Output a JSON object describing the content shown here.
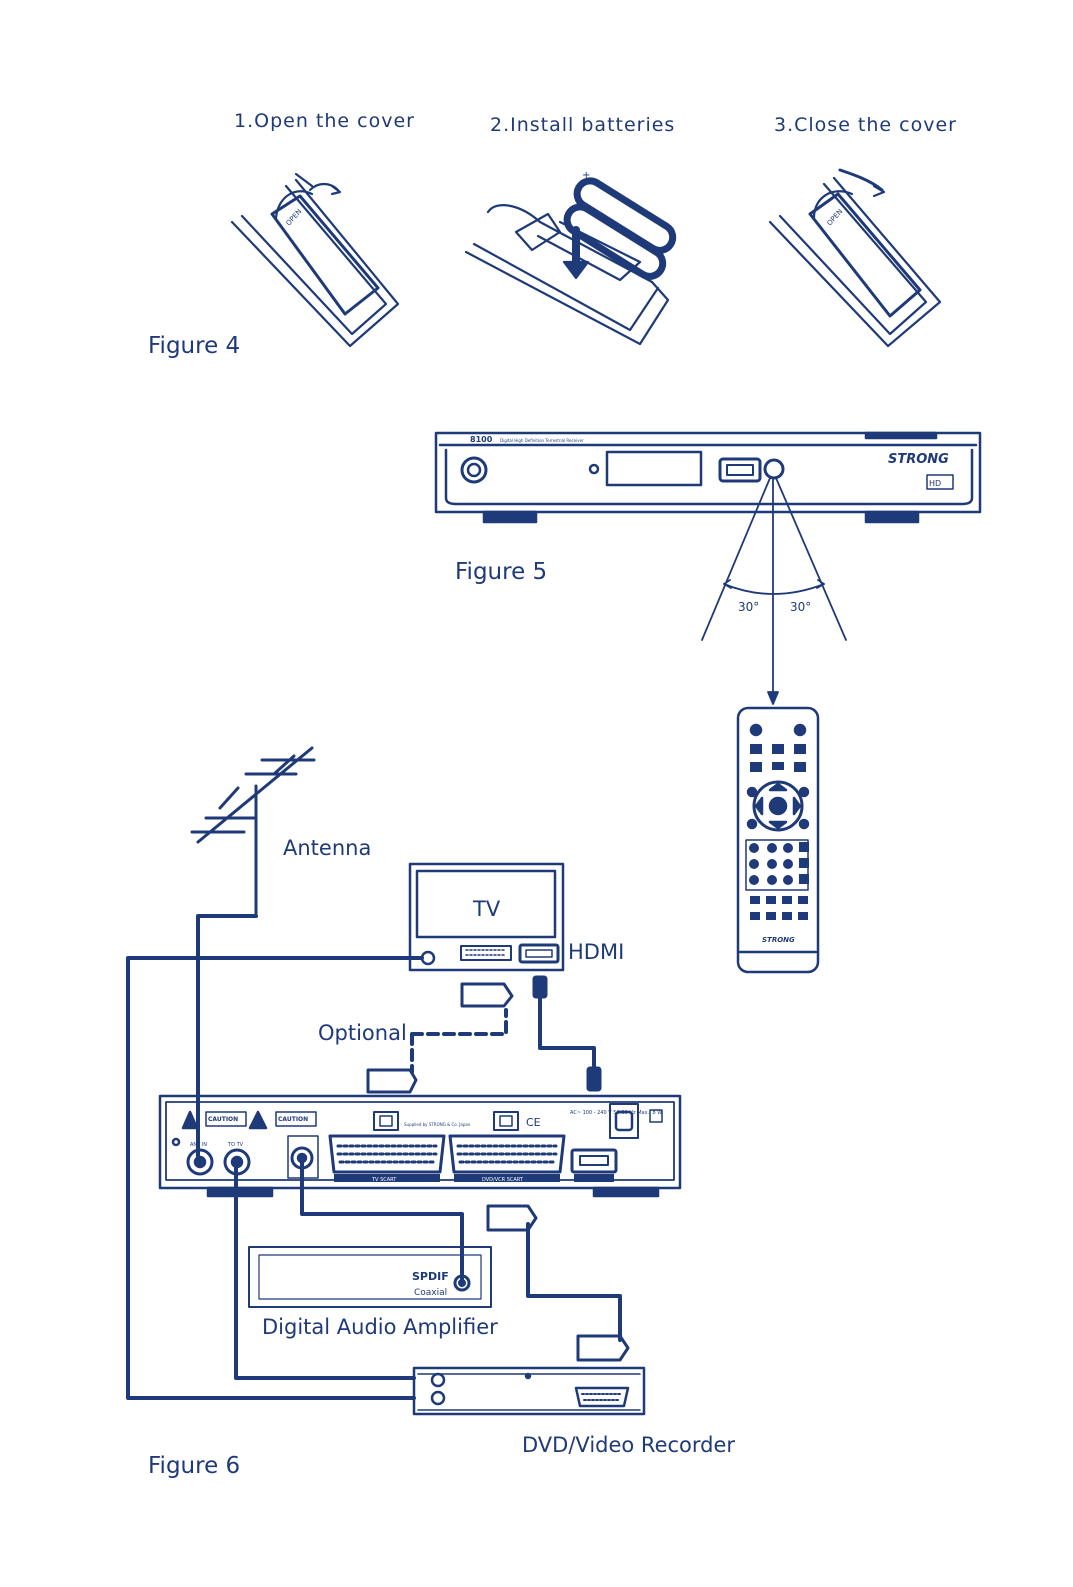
{
  "figure4": {
    "label": "Figure 4",
    "steps": [
      "1.Open the cover",
      "2.Install batteries",
      "3.Close the cover"
    ],
    "open_text": "OPEN"
  },
  "figure5": {
    "label": "Figure 5",
    "model": "8100",
    "brand": "STRONG",
    "angle_left": "30°",
    "angle_right": "30°"
  },
  "figure6": {
    "label": "Figure 6",
    "antenna": "Antenna",
    "tv": "TV",
    "hdmi": "HDMI",
    "optional": "Optional",
    "amplifier": "Digital Audio Amplifier",
    "spdif": "SPDIF",
    "coaxial": "Coaxial",
    "recorder": "DVD/Video Recorder",
    "tv_scart": "TV SCART",
    "dvd_scart": "DVD/VCR SCART",
    "caution": "CAUTION",
    "ant_in": "ANT IN",
    "to_tv": "TO TV",
    "power_text": "AC~ 100 - 240 V 50/60 Hz Max.: 8 W"
  },
  "colors": {
    "ink": "#1f3a78"
  }
}
